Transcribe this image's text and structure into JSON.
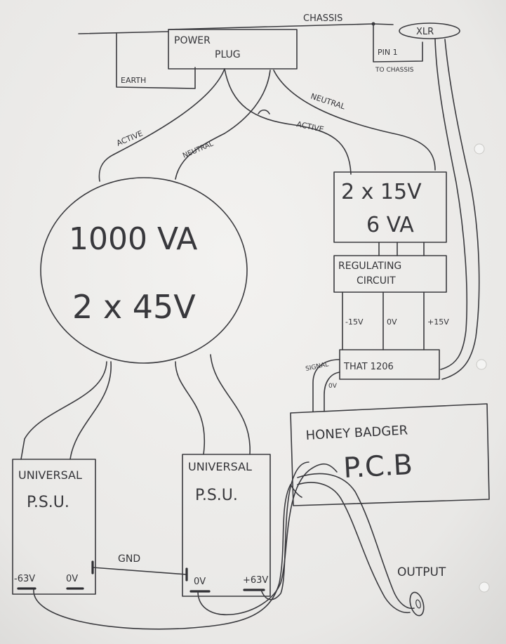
{
  "labels": {
    "chassis": "CHASSIS",
    "power_plug_1": "POWER",
    "power_plug_2": "PLUG",
    "earth": "EARTH",
    "xlr": "XLR",
    "pin1": "PIN 1",
    "to_chassis": "TO CHASSIS",
    "active_left": "ACTIVE",
    "neutral_left": "NEUTRAL",
    "neutral_right": "NEUTRAL",
    "active_right": "ACTIVE",
    "toroid_rating": "1000 VA",
    "toroid_voltage": "2 x 45V",
    "small_tx_voltage": "2 x 15V",
    "small_tx_rating": "6 VA",
    "regulating_1": "REGULATING",
    "regulating_2": "CIRCUIT",
    "rail_neg": "-15V",
    "rail_zero": "0V",
    "rail_pos": "+15V",
    "signal": "SIGNAL",
    "that_chip": "THAT 1206",
    "that_0v": "0V",
    "honey_badger": "HONEY BADGER",
    "pcb": "P.C.B",
    "psu_left_1": "UNIVERSAL",
    "psu_left_2": "P.S.U.",
    "psu_right_1": "UNIVERSAL",
    "psu_right_2": "P.S.U.",
    "neg63": "-63V",
    "zero_left": "0V",
    "gnd": "GND",
    "zero_right": "0V",
    "pos63": "+63V",
    "output": "OUTPUT"
  },
  "colors": {
    "paper": "#efeeec",
    "ink": "#3a3a3e"
  }
}
